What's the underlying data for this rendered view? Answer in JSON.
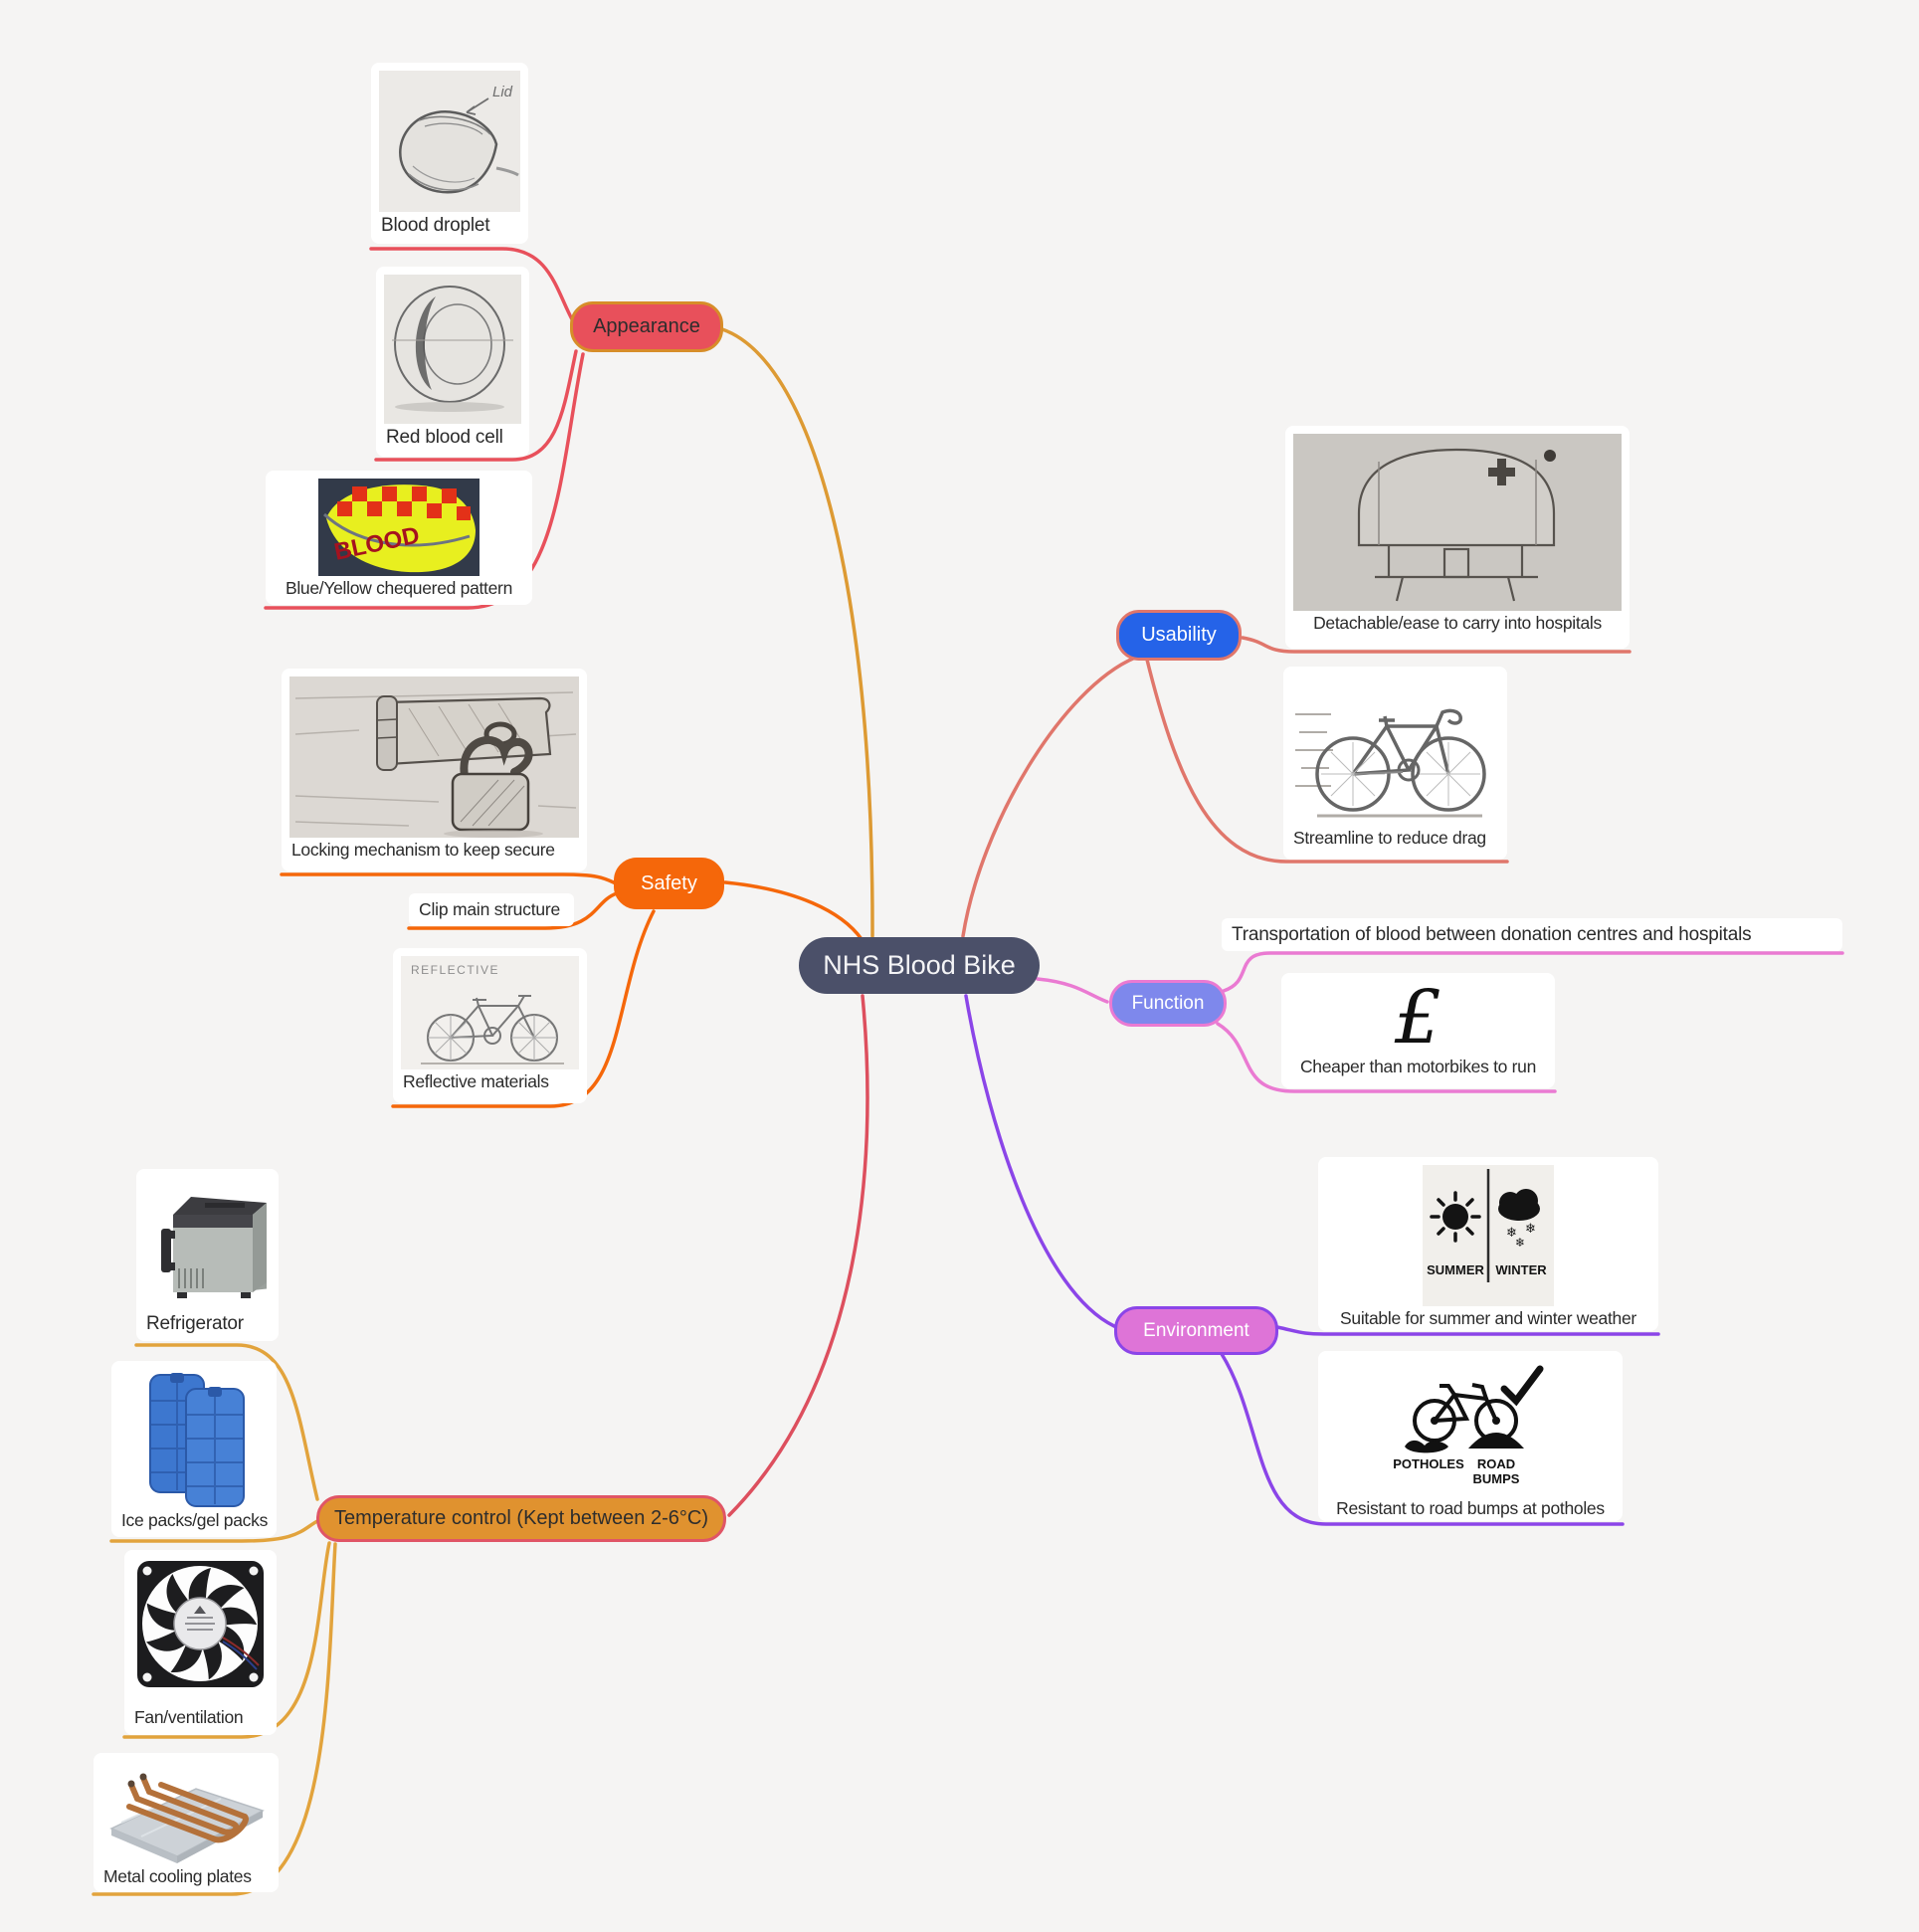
{
  "root": {
    "label": "NHS Blood Bike"
  },
  "colors": {
    "background": "#f5f4f3",
    "root_bg": "#4b5069",
    "appearance_fill": "#e8505b",
    "appearance_border": "#d78d29",
    "appearance_child_line": "#e8505b",
    "appearance_root_line": "#dd9a33",
    "safety_fill": "#f5670a",
    "temperature_fill": "#e0922f",
    "temperature_border": "#e05566",
    "temperature_child_line": "#e2a33c",
    "temperature_root_line": "#dd4f5e",
    "usability_fill": "#2563e8",
    "usability_line": "#e0766b",
    "function_fill": "#7e88ec",
    "function_line": "#ea7ad2",
    "environment_fill": "#de74d7",
    "environment_line": "#8b45e8"
  },
  "topics": [
    {
      "label": "Appearance",
      "children": [
        {
          "label": "Blood droplet",
          "image": "blood-droplet-sketch",
          "image_annotation": "Lid"
        },
        {
          "label": "Red blood cell",
          "image": "red-blood-cell-sketch"
        },
        {
          "label": "Blue/Yellow chequered pattern",
          "image": "chequered-fairing-photo",
          "image_text": "BLOOD"
        }
      ]
    },
    {
      "label": "Safety",
      "children": [
        {
          "label": "Locking mechanism to keep secure",
          "image": "padlock-hasp-sketch"
        },
        {
          "label": "Clip main structure"
        },
        {
          "label": "Reflective materials",
          "image": "reflective-bicycle-sketch",
          "image_text": "REFLECTIVE"
        }
      ]
    },
    {
      "label": "Temperature control (Kept between 2-6°C)",
      "children": [
        {
          "label": "Refrigerator",
          "image": "portable-refrigerator-photo"
        },
        {
          "label": "Ice packs/gel packs",
          "image": "ice-packs-photo"
        },
        {
          "label": "Fan/ventilation",
          "image": "cooling-fan-photo"
        },
        {
          "label": "Metal cooling plates",
          "image": "cooling-plate-photo"
        }
      ]
    },
    {
      "label": "Usability",
      "children": [
        {
          "label": "Detachable/ease to carry into hospitals",
          "image": "detachable-box-sketch"
        },
        {
          "label": "Streamline to reduce drag",
          "image": "streamlined-bicycle-sketch"
        }
      ]
    },
    {
      "label": "Function",
      "children": [
        {
          "label": "Transportation of blood between donation centres and hospitals"
        },
        {
          "label": "Cheaper than motorbikes to run",
          "image_text": "£"
        }
      ]
    },
    {
      "label": "Environment",
      "children": [
        {
          "label": "Suitable for summer and winter weather",
          "image_labels": [
            "SUMMER",
            "WINTER"
          ]
        },
        {
          "label": "Resistant to road bumps at potholes",
          "image_labels": [
            "POTHOLES",
            "ROAD",
            "BUMPS"
          ]
        }
      ]
    }
  ]
}
